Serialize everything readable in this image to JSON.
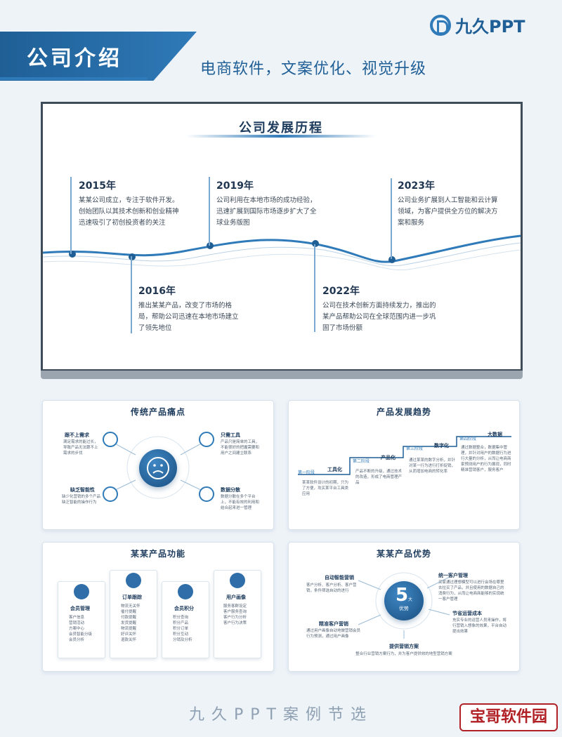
{
  "header": {
    "banner_title": "公司介绍",
    "subtitle": "电商软件，文案优化、视觉升级",
    "logo_text": "九久PPT"
  },
  "main_slide": {
    "title": "公司发展历程",
    "milestones": [
      {
        "year": "2015年",
        "text": "某某公司成立，专注于软件开发。创始团队以其技术创新和创业精神迅速吸引了初创投资者的关注"
      },
      {
        "year": "2016年",
        "text": "推出某某产品，改变了市场的格局，帮助公司迅速在本地市场建立了领先地位"
      },
      {
        "year": "2019年",
        "text": "公司利用在本地市场的成功经验，迅速扩展到国际市场逐步扩大了全球业务版图"
      },
      {
        "year": "2022年",
        "text": "公司在技术创新方面持续发力，推出的某产品帮助公司在全球范围内进一步巩固了市场份额"
      },
      {
        "year": "2023年",
        "text": "公司业务扩展到人工智能和云计算领域，为客户提供全方位的解决方案和服务"
      }
    ]
  },
  "panel_pain": {
    "title": "传统产品痛点",
    "items": [
      {
        "label": "跟不上需求",
        "text": "满足需求的能过长，导致产品无法跟不上需求的步伐"
      },
      {
        "label": "只需工具",
        "text": "产品只是简单的工具，不能很好的把握需要和用户之间建立联系"
      },
      {
        "label": "缺乏智能性",
        "text": "缺少化营销的多个产品缺乏智能的操作行为"
      },
      {
        "label": "数据分散",
        "text": "数据分散在多个平台上，不能有效的利用和结合起来进一管理"
      }
    ]
  },
  "panel_trend": {
    "title": "产品发展趋势",
    "stages": [
      {
        "stage": "第一阶段",
        "name": "工具化",
        "text": "某某软件设计的初期，只为了方便，攻买某平台工具类应用"
      },
      {
        "stage": "第二阶段",
        "name": "产品化",
        "text": "产品不断的升级，通过技术的改造，形成了电商管理产品"
      },
      {
        "stage": "第三阶段",
        "name": "数字化",
        "text": "通过某某的数字分析，并针对某一行为进行打折促销，从而增加电商的转化率"
      },
      {
        "stage": "第四阶段",
        "name": "大数据",
        "text": "通过数据整合，数据集中管理，并针对用户的数据行为进行大量的分析，从而让电商商家预测用户的行为展现，同时精准营销客户，服务客户"
      }
    ]
  },
  "panel_function": {
    "title": "某某产品功能",
    "cards": [
      {
        "name": "会员管理",
        "items": [
          "客户信息",
          "营销活动",
          "方案中心",
          "会员智能分级",
          "会员分析"
        ]
      },
      {
        "name": "订单跟踪",
        "items": [
          "物流无关怀",
          "催付提醒",
          "付款提醒",
          "发货提醒",
          "物流提醒",
          "好评关怀",
          "退款关怀"
        ]
      },
      {
        "name": "会员积分",
        "items": [
          "积分查询",
          "积分产品",
          "积分订单",
          "积分互动",
          "分销及分析"
        ]
      },
      {
        "name": "用户画像",
        "items": [
          "服务客群设定",
          "客户服务查询",
          "客户行为分析",
          "客户行为决策"
        ]
      }
    ]
  },
  "panel_advantage": {
    "title": "某某产品优势",
    "center_number": "5",
    "center_small": "大",
    "center_label": "优势",
    "items": [
      {
        "label": "自动智能营销",
        "text": "客户分析、客户分析、客户营销，条件筛选自动的进行"
      },
      {
        "label": "统一客户管理",
        "text": "买家通过理想模型可以进行会场在哪里去拉买了产品，并且使用的数据自己的消费行为，从而让电商商能够的实现统一客户管理"
      },
      {
        "label": "精准客户营销",
        "text": "通过用户画像自动地做营销会员行为预测，通过用户画像"
      },
      {
        "label": "节省运营成本",
        "text": "充实专业的运营人员来操作，将行营销入想象的效果，平台自动提出效果"
      },
      {
        "label": "提供营销方案",
        "text": "整合行业营销方案行为，并为客户提供效的地型营销方案"
      }
    ]
  },
  "footer": {
    "caption": "九久PPT案例节选",
    "watermark": "宝哥软件园"
  },
  "colors": {
    "primary": "#1f5f96",
    "accent": "#2f7ab8",
    "dark": "#1d3b5c",
    "background": "#eef3f8"
  },
  "icons": [
    "logo-icon",
    "sad-face-icon",
    "target-icon",
    "link-icon",
    "puzzle-icon",
    "share-icon",
    "user-icon",
    "clipboard-icon",
    "gem-icon",
    "group-icon"
  ]
}
